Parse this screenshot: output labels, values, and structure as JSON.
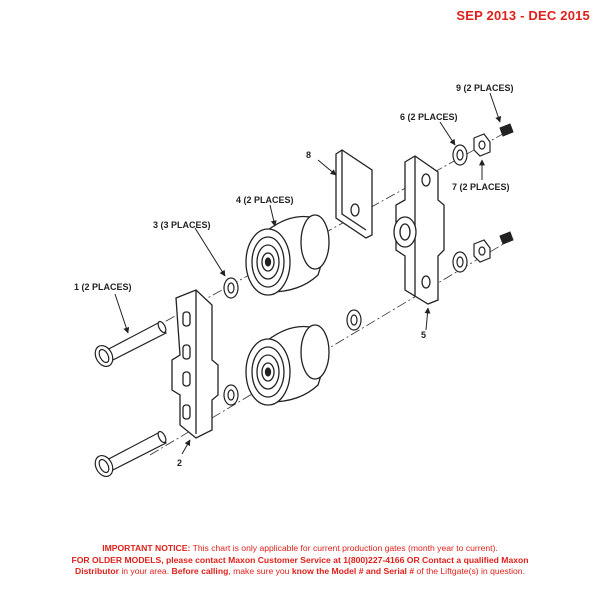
{
  "header": {
    "date_range": "SEP 2013 - DEC 2015"
  },
  "callouts": {
    "c1": "1 (2 PLACES)",
    "c2": "2",
    "c3": "3 (3 PLACES)",
    "c4": "4 (2 PLACES)",
    "c5": "5",
    "c6": "6 (2 PLACES)",
    "c7": "7 (2 PLACES)",
    "c8": "8",
    "c9": "9 (2 PLACES)"
  },
  "notice": {
    "lead": "IMPORTANT NOTICE:",
    "line1_rest": " This chart is only applicable for current production gates (month year to current).",
    "line2_bold": "FOR OLDER MODELS, please contact Maxon Customer Service at 1(800)227-4166 OR Contact a qualified Maxon",
    "line3_bold_a": "Distributor",
    "line3_a": " in your area. ",
    "line3_bold_b": "Before calling",
    "line3_b": ", make sure you ",
    "line3_bold_c": "know the Model # and Serial #",
    "line3_c": " of the Liftgate(s) in question."
  },
  "colors": {
    "accent": "#e0201b",
    "ink": "#222222"
  }
}
